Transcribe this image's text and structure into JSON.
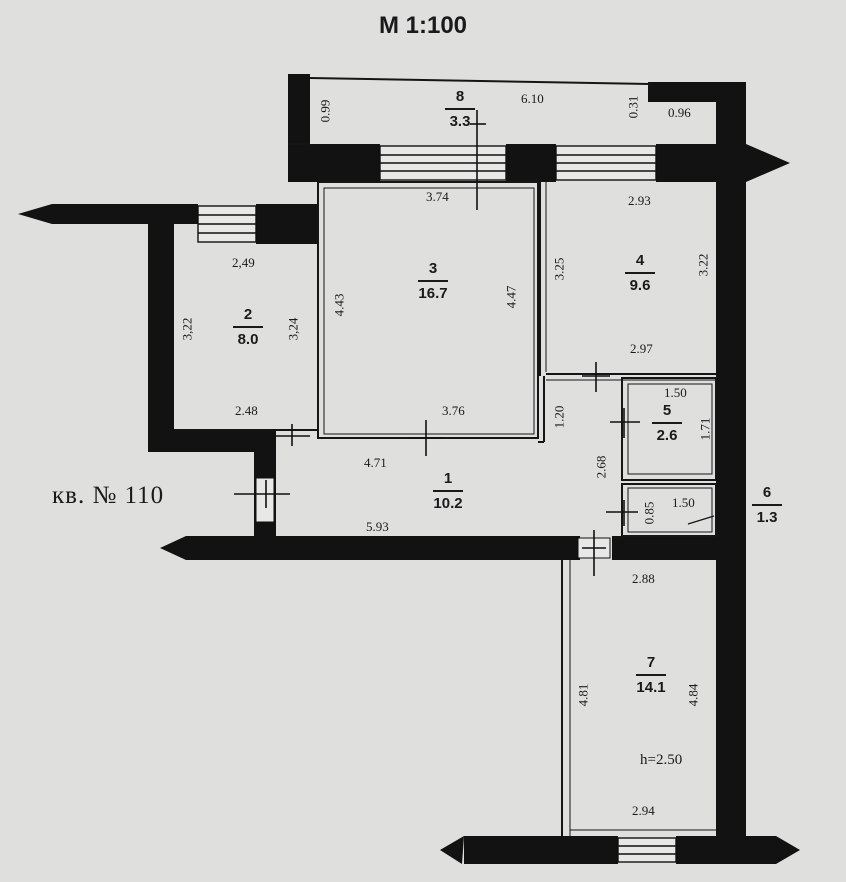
{
  "scale": "М 1:100",
  "apartment_label": "кв. № 110",
  "ceiling_height": "h=2.50",
  "rooms": [
    {
      "number": "1",
      "area": "10.2"
    },
    {
      "number": "2",
      "area": "8.0"
    },
    {
      "number": "3",
      "area": "16.7"
    },
    {
      "number": "4",
      "area": "9.6"
    },
    {
      "number": "5",
      "area": "2.6"
    },
    {
      "number": "6",
      "area": "1.3"
    },
    {
      "number": "7",
      "area": "14.1"
    },
    {
      "number": "8",
      "area": "3.3"
    }
  ],
  "dimensions": {
    "balcony_width": "6.10",
    "balcony_left": "0.99",
    "balcony_right_step": "0.31",
    "balcony_right_end": "0.96",
    "room3_top": "3.74",
    "room3_left": "4.43",
    "room3_right": "4.47",
    "room3_bottom": "3.76",
    "room4_top": "2.93",
    "room4_left": "3.25",
    "room4_right": "3.22",
    "room4_bottom": "2.97",
    "room2_top": "2,49",
    "room2_left": "3,22",
    "room2_right": "3,24",
    "room2_bottom": "2.48",
    "room5_top": "1.50",
    "room5_right": "1.71",
    "room6_width": "1.50",
    "room6_height": "0.85",
    "hall_upper": "4.71",
    "hall_lower": "5.93",
    "hall_pass_h": "1.20",
    "hall_pass_v": "2.68",
    "room7_top": "2.88",
    "room7_left": "4.81",
    "room7_right": "4.84",
    "room7_bottom": "2.94"
  }
}
